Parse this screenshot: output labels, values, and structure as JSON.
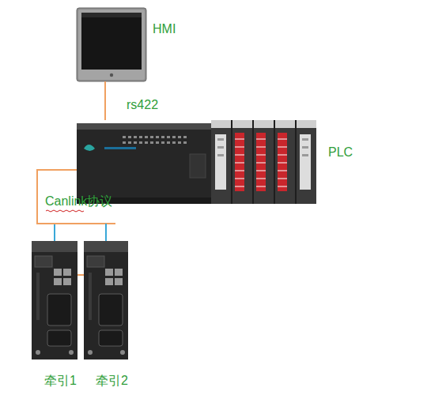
{
  "diagram": {
    "nodes": [
      {
        "text": [
          "HMI"
        ]
      },
      {
        "text": [
          "PLC"
        ]
      },
      {
        "text": [
          "牵引1"
        ]
      },
      {
        "text": [
          "牵引2"
        ]
      }
    ],
    "edges": [
      {
        "from": 0,
        "to": 1,
        "arrow": "none",
        "label": "rs422"
      },
      {
        "from": 1,
        "to": 2,
        "arrow": "none",
        "label": "Canlink协议"
      },
      {
        "from": 1,
        "to": 3,
        "arrow": "none"
      },
      {
        "from": 2,
        "to": 3,
        "arrow": "none"
      }
    ]
  }
}
